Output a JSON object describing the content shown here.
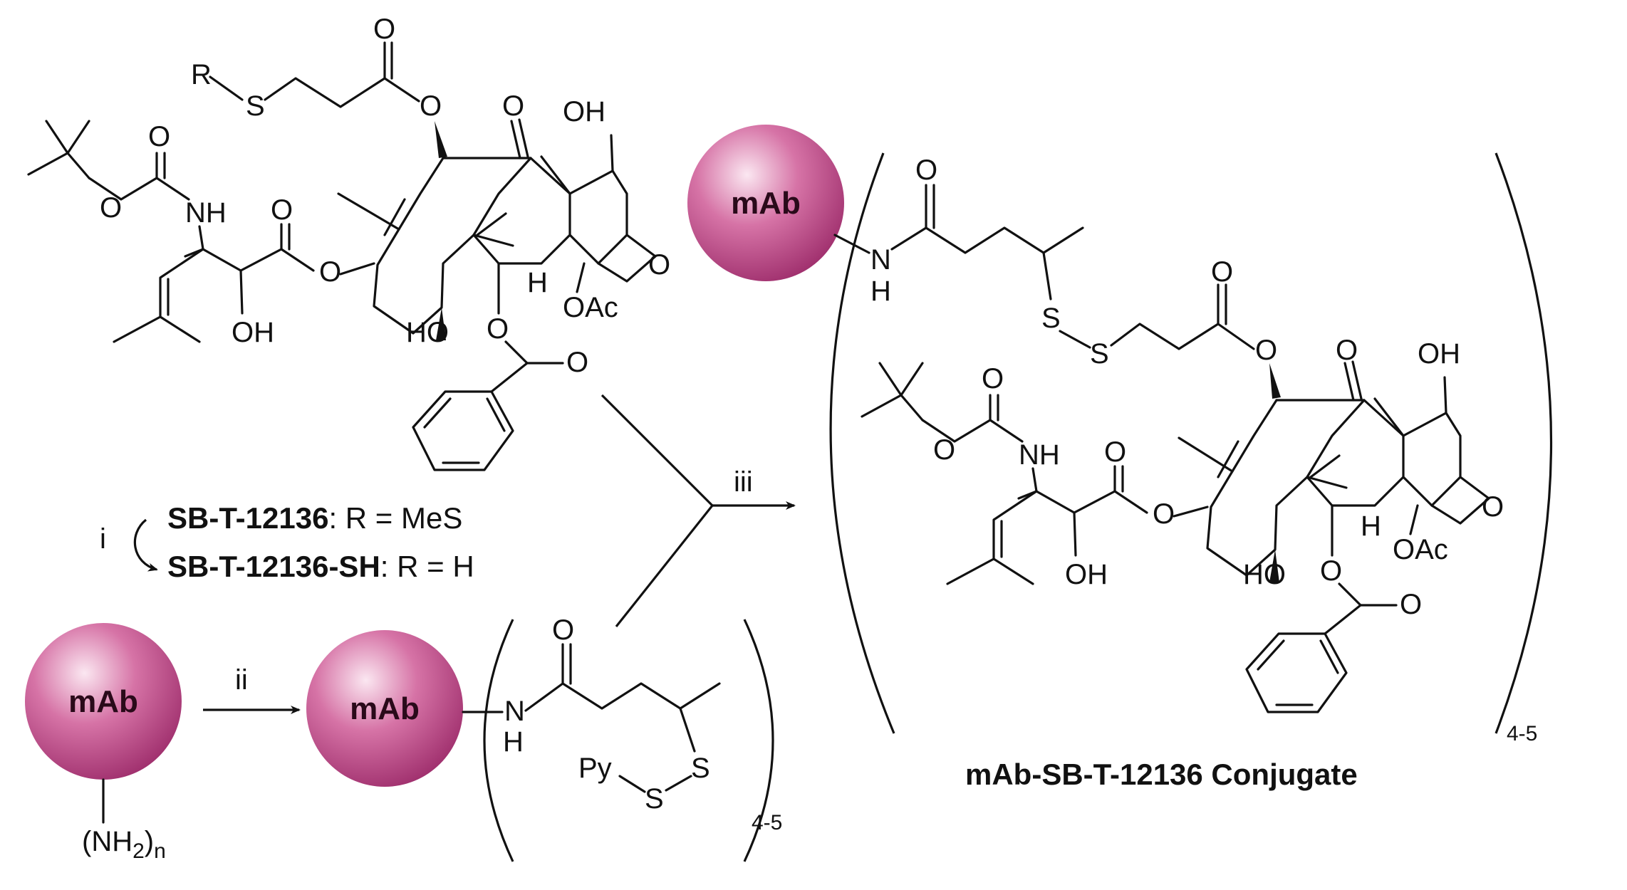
{
  "colors": {
    "mab_highlight": "#fbe7f1",
    "mab_mid": "#d673a6",
    "mab_edge": "#a0306e",
    "ink": "#111111"
  },
  "labels": {
    "mab": "mAb",
    "nh2n": "(NH",
    "nh2n_sub": "2",
    "nh2n_close": ")",
    "nh2n_n": "n",
    "reagent_py": "Py",
    "subscript_45": "4-5"
  },
  "reactions": {
    "step_i": "i",
    "step_ii": "ii",
    "step_iii": "iii"
  },
  "compounds": {
    "sb1_name": "SB-T-12136",
    "sb1_rest": ": R = MeS",
    "sb2_name": "SB-T-12136-SH",
    "sb2_rest": ": R = H",
    "conjugate": "mAb-SB-T-12136 Conjugate"
  },
  "atoms": {
    "R": "R",
    "S": "S",
    "O": "O",
    "OH": "OH",
    "HO": "HO",
    "NH": "NH",
    "N": "N",
    "H": "H",
    "OAc": "OAc"
  }
}
